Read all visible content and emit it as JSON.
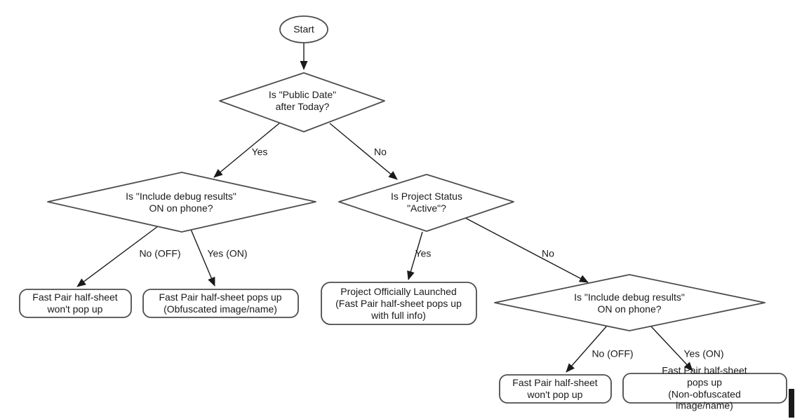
{
  "diagram": {
    "nodes": {
      "start": {
        "label": "Start"
      },
      "public_date_decision": {
        "label": "Is \"Public Date\"\nafter Today?"
      },
      "debug_left_decision": {
        "label": "Is \"Include debug results\"\nON on phone?"
      },
      "project_status_decision": {
        "label": "Is Project Status\n\"Active\"?"
      },
      "debug_right_decision": {
        "label": "Is \"Include debug results\"\nON on phone?"
      },
      "no_popup_left_result": {
        "label": "Fast Pair half-sheet\nwon't pop up"
      },
      "obfuscated_result": {
        "label": "Fast Pair half-sheet pops up\n(Obfuscated image/name)"
      },
      "launched_result": {
        "label": "Project Officially Launched\n(Fast Pair half-sheet pops up\nwith full info)"
      },
      "no_popup_right_result": {
        "label": "Fast Pair half-sheet\nwon't pop up"
      },
      "non_obfuscated_result": {
        "label": "Fast Pair half-sheet pops up\n(Non-obfuscated image/name)"
      }
    },
    "edge_labels": {
      "public_date_yes": "Yes",
      "public_date_no": "No",
      "debug_left_no_off": "No (OFF)",
      "debug_left_yes_on": "Yes (ON)",
      "project_status_yes": "Yes",
      "project_status_no": "No",
      "debug_right_no_off": "No (OFF)",
      "debug_right_yes_on": "Yes (ON)"
    },
    "colors": {
      "shape_stroke": "#4d4d4d",
      "arrow_stroke": "#1a1a1a",
      "text": "#1a1a1a",
      "background": "#ffffff"
    }
  }
}
